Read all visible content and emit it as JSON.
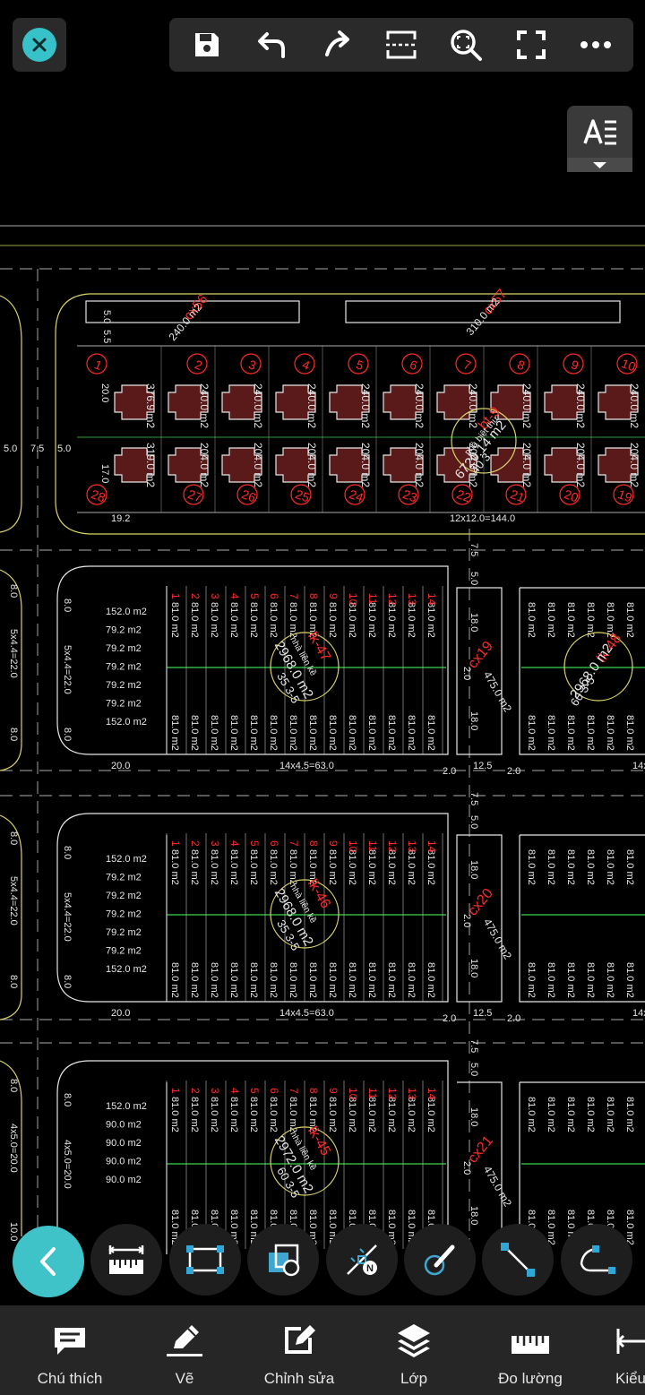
{
  "drawing": {
    "plots": [
      {
        "label": "cx56",
        "area": "240.0 m2"
      },
      {
        "label": "cx57",
        "area": "310.0 m2"
      },
      {
        "label": "bt-9",
        "note": "nhà biệt thự",
        "area": "6720.14 m2",
        "extra": "40 3"
      },
      {
        "label": "lk-47",
        "note": "nhà liền kề",
        "area": "2968.0 m2",
        "extra": "35 3-5"
      },
      {
        "label": "lk-48",
        "note": "nhà liền kề",
        "area": "2968.0 m2",
        "extra": "60 3-5"
      },
      {
        "label": "lk-46",
        "note": "nhà liền kề",
        "area": "2968.0 m2",
        "extra": "35 3-5"
      },
      {
        "label": "lk-45",
        "note": "nhà liền kề",
        "area": "2972.0 m2",
        "extra": "60 3-5"
      },
      {
        "label": "cx19",
        "area": "475.0 m2"
      },
      {
        "label": "cx20",
        "area": "475.0 m2"
      },
      {
        "label": "cx21",
        "area": "475.0 m2"
      }
    ],
    "villa_top_areas": [
      "376.9 m2",
      "240.0 m2",
      "240.0 m2",
      "240.0 m2",
      "240.0 m2",
      "240.0 m2",
      "240.0 m2",
      "240.0 m2",
      "240.0 m2",
      "240.0 m2"
    ],
    "villa_bottom_areas": [
      "319.0 m2",
      "204.0 m2",
      "204.0 m2",
      "204.0 m2",
      "204.0 m2",
      "204.0 m2",
      "204.0 m2",
      "204.0 m2",
      "204.0 m2",
      "204.0 m2"
    ],
    "villa_top_numbers": [
      "1",
      "2",
      "3",
      "4",
      "5",
      "6",
      "7",
      "8",
      "9",
      "10"
    ],
    "villa_bottom_numbers": [
      "28",
      "27",
      "26",
      "25",
      "24",
      "23",
      "22",
      "21",
      "20",
      "19"
    ],
    "row_area": "81.0 m2",
    "side_lots_a": [
      "152.0 m2",
      "79.2 m2",
      "79.2 m2",
      "79.2 m2",
      "79.2 m2",
      "79.2 m2",
      "152.0 m2"
    ],
    "side_lots_b": [
      "152.0 m2",
      "79.2 m2",
      "79.2 m2",
      "79.2 m2",
      "79.2 m2",
      "79.2 m2",
      "152.0 m2"
    ],
    "side_lots_c": [
      "152.0 m2",
      "90.0 m2",
      "90.0 m2",
      "90.0 m2",
      "90.0 m2"
    ],
    "dims": {
      "d5_0": "5.0",
      "d5_5": "5.5",
      "d7_5": "7.5",
      "d20_0": "20.0",
      "d17_0": "17.0",
      "d19_2": "19.2",
      "d12x12": "12x12.0=144.0",
      "d8_0": "8.0",
      "d5x44": "5x4.4=22.0",
      "d14x45": "14x4.5=63.0",
      "d2_0": "2.0",
      "d12_5": "12.5",
      "d18_0": "18.0",
      "d4x50": "4x5.0=20.0",
      "d10_0": "10.0",
      "d14x": "14x"
    }
  },
  "toolbar": {
    "close": "close-icon",
    "save": "save-icon",
    "undo": "undo-icon",
    "redo": "redo-icon",
    "crop": "crop-icon",
    "zoom": "zoom-extents-icon",
    "fullscreen": "fullscreen-icon",
    "more": "more-icon"
  },
  "tools": [
    "back-icon",
    "measure-ruler-icon",
    "rectangle-icon",
    "layers-select-icon",
    "snap-icon",
    "pen-brush-icon",
    "line-icon",
    "polyline-icon"
  ],
  "nav": {
    "annotate": "Chú thích",
    "draw": "Vẽ",
    "edit": "Chỉnh sửa",
    "layer": "Lớp",
    "measure": "Đo lường",
    "style": "Kiểu"
  },
  "colors": {
    "accent": "#3fc2c8",
    "cad_red": "#ff2a2a",
    "cad_green": "#39d64a",
    "cad_yellow": "#d9d36a",
    "cad_white": "#e6e6e6"
  }
}
